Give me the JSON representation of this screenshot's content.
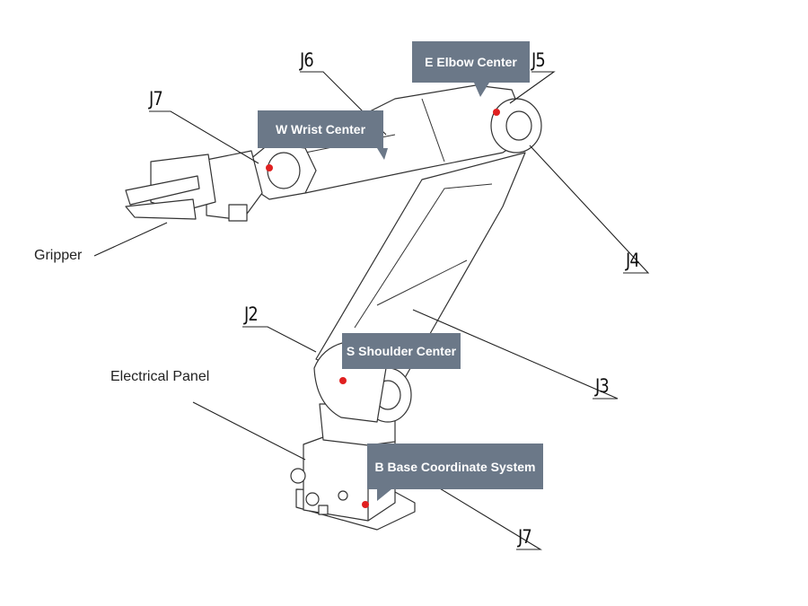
{
  "diagram": {
    "callouts": {
      "elbow": "E Elbow Center",
      "wrist": "W Wrist Center",
      "shoulder": "S Shoulder Center",
      "base": "B Base Coordinate System"
    },
    "joints": {
      "j7_top": "J7",
      "j6": "J6",
      "j5": "J5",
      "j4": "J4",
      "j3": "J3",
      "j2": "J2",
      "j7_bottom": "J7"
    },
    "labels": {
      "gripper": "Gripper",
      "electrical_panel": "Electrical Panel"
    },
    "colors": {
      "callout_bg": "#6b7888",
      "point_marker": "#e02020",
      "line": "#222222"
    }
  }
}
